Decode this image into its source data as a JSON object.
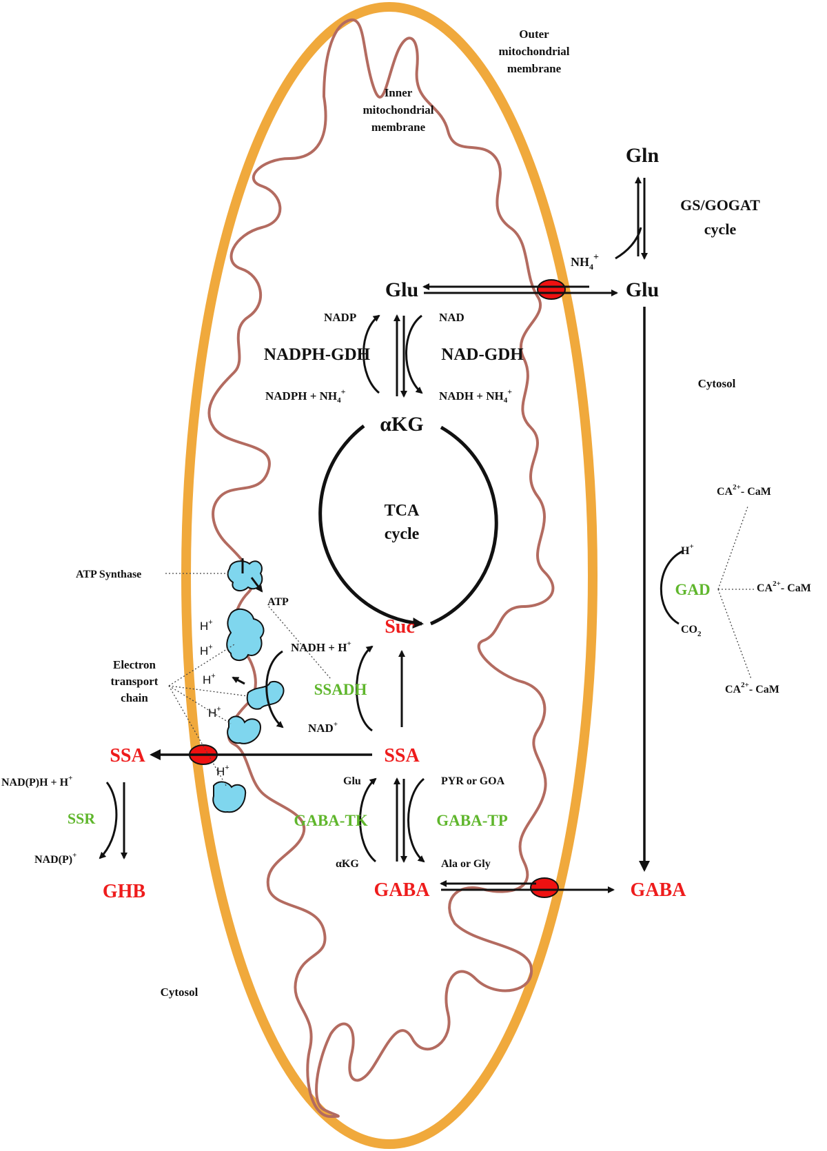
{
  "labels": {
    "outer_membrane_1": "Outer",
    "outer_membrane_2": "mitochondrial",
    "outer_membrane_3": "membrane",
    "inner_membrane_1": "Inner",
    "inner_membrane_2": "mitochondrial",
    "inner_membrane_3": "membrane",
    "gln": "Gln",
    "gs_gogat_1": "GS/GOGAT",
    "gs_gogat_2": "cycle",
    "nh4": "NH",
    "nh4_sub": "4",
    "nh4_sup": "+",
    "glu_in": "Glu",
    "glu_out": "Glu",
    "nadp": "NADP",
    "nad": "NAD",
    "nadph_gdh": "NADPH-GDH",
    "nad_gdh": "NAD-GDH",
    "nadph_nh4": "NADPH + NH",
    "nadh_nh4": "NADH + NH",
    "akg": "αKG",
    "tca_1": "TCA",
    "tca_2": "cycle",
    "cytosol_right": "Cytosol",
    "cytosol_left": "Cytosol",
    "ca_cam_1": "CA",
    "ca_cam_2": "CA",
    "ca_cam_3": "CA",
    "ca_sup": "2+",
    "cam_suffix": "- CaM",
    "h_plus": "H",
    "gad": "GAD",
    "co2": "CO",
    "co2_sub": "2",
    "atp_synthase": "ATP Synthase",
    "atp": "ATP",
    "suc": "Suc",
    "nadh_h": "NADH + H",
    "ssadh": "SSADH",
    "nad_plus": "NAD",
    "etc_1": "Electron",
    "etc_2": "transport",
    "etc_3": "chain",
    "ssa_in": "SSA",
    "ssa_out": "SSA",
    "nadph_h": "NAD(P)H + H",
    "nadp_plus": "NAD(P)",
    "ssr": "SSR",
    "ghb": "GHB",
    "glu_small": "Glu",
    "pyr_goa": "PYR or GOA",
    "gaba_tk": "GABA-TK",
    "gaba_tp": "GABA-TP",
    "akg_small": "αKG",
    "ala_gly": "Ala or Gly",
    "gaba_in": "GABA",
    "gaba_out": "GABA"
  },
  "colors": {
    "outer_membrane": "#f0a93c",
    "inner_membrane": "#b36b60",
    "metabolite_red": "#ee1c1c",
    "enzyme_green": "#5fb62c",
    "protein_blue": "#7fd6ee",
    "transporter_red": "#ee1111"
  }
}
